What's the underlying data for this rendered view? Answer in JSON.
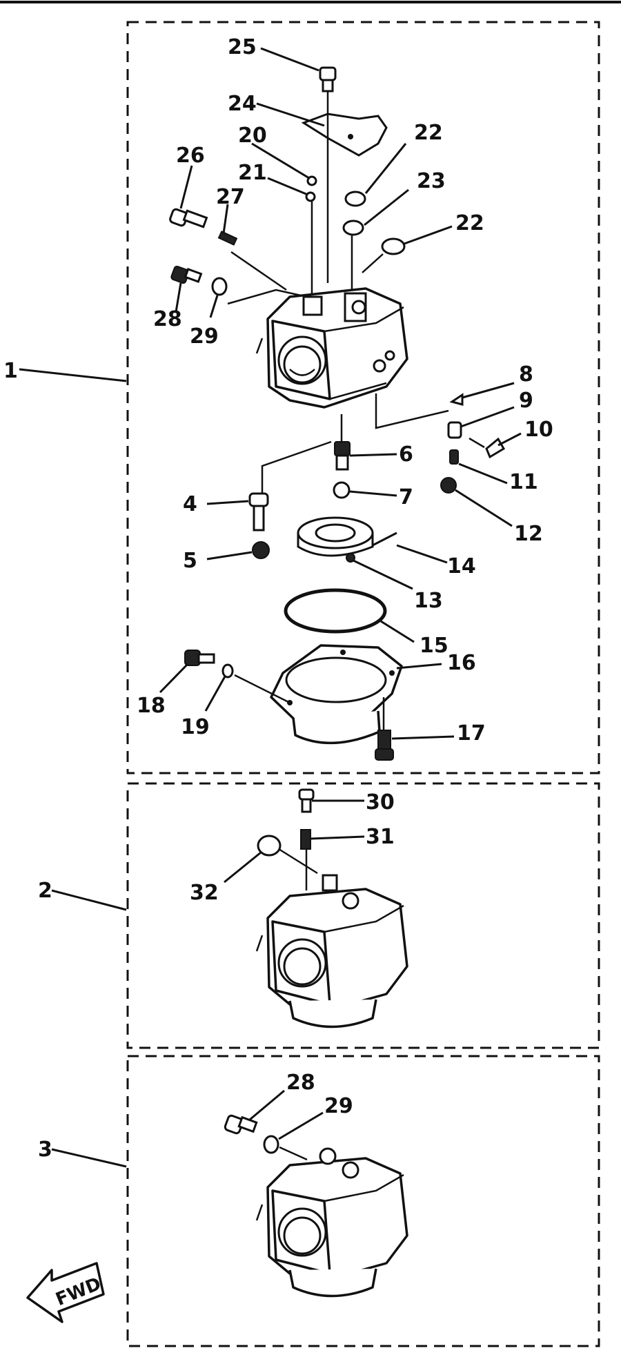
{
  "labels": {
    "assy_1": "1",
    "assy_2": "2",
    "assy_3": "3",
    "p4": "4",
    "p5": "5",
    "p6": "6",
    "p7": "7",
    "p8": "8",
    "p9": "9",
    "p10": "10",
    "p11": "11",
    "p12": "12",
    "p13": "13",
    "p14": "14",
    "p15": "15",
    "p16": "16",
    "p17": "17",
    "p18": "18",
    "p19": "19",
    "p20": "20",
    "p21": "21",
    "p22a": "22",
    "p22b": "22",
    "p23": "23",
    "p24": "24",
    "p25": "25",
    "p26": "26",
    "p27": "27",
    "p28": "28",
    "p29": "29",
    "p30": "30",
    "p31": "31",
    "p32": "32",
    "p28b": "28",
    "p29b": "29",
    "fwd": "FWD"
  }
}
